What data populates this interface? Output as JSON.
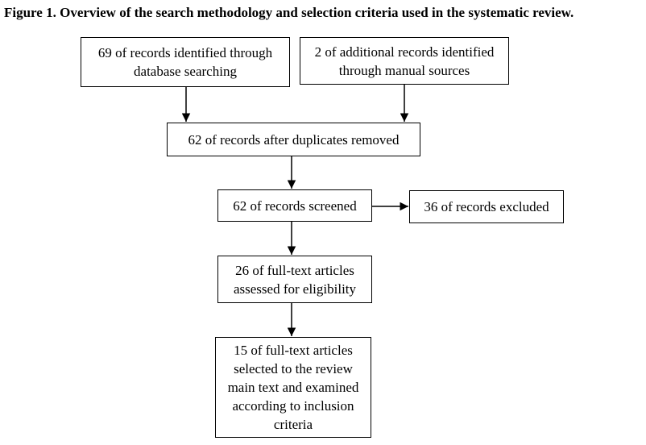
{
  "figure": {
    "title": "Figure 1. Overview of the search methodology and selection criteria used in the systematic review."
  },
  "boxes": {
    "database": "69 of records identified through database searching",
    "manual": "2 of additional records identified through manual sources",
    "duplicates": "62 of records after duplicates removed",
    "screened": "62 of records screened",
    "excluded": "36 of records excluded",
    "assessed": "26 of full-text articles assessed for eligibility",
    "selected": "15 of full-text articles selected to the review main text and examined according to inclusion criteria"
  },
  "colors": {
    "line": "#000000",
    "background": "#ffffff"
  }
}
